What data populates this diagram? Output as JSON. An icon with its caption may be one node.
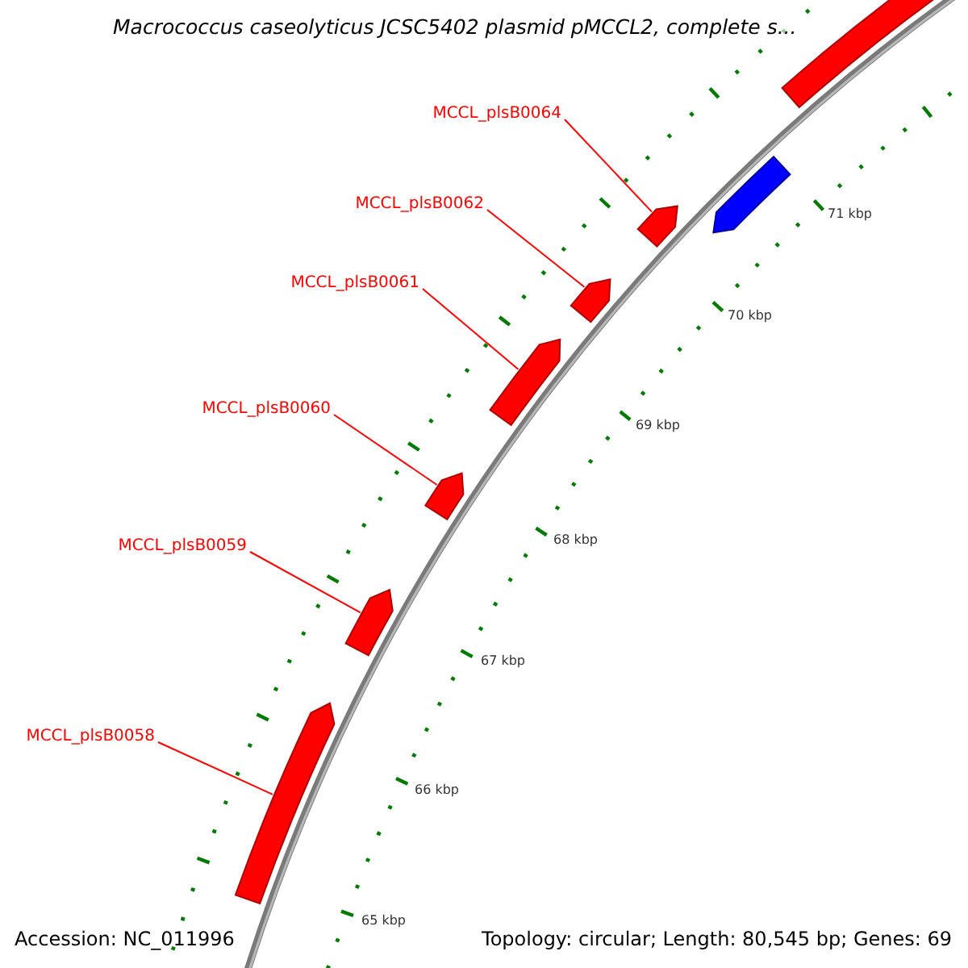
{
  "diagram": {
    "title": "Macrococcus caseolyticus JCSC5402 plasmid pMCCL2, complete s...",
    "nodes": [
      {
        "text": [
          "MCCL_plsB0064"
        ]
      },
      {
        "text": [
          "MCCL_plsB0062"
        ]
      },
      {
        "text": [
          "MCCL_plsB0061"
        ]
      },
      {
        "text": [
          "MCCL_plsB0060"
        ]
      },
      {
        "text": [
          "MCCL_plsB0059"
        ]
      },
      {
        "text": [
          "MCCL_plsB0058"
        ]
      },
      {
        "text": [],
        "shape": "bar"
      },
      {
        "text": [],
        "shape": "bar"
      },
      {
        "text": [],
        "shape": "bar"
      },
      {
        "text": [],
        "shape": "bar"
      },
      {
        "text": [],
        "shape": "bar"
      },
      {
        "text": [],
        "shape": "bar"
      },
      {
        "text": [],
        "shape": "bar"
      },
      {
        "text": [],
        "shape": "bar"
      }
    ],
    "edges": [
      {
        "from": 0,
        "to": 7,
        "arrow": "none"
      },
      {
        "from": 1,
        "to": 9,
        "arrow": "none"
      },
      {
        "from": 2,
        "to": 10,
        "arrow": "none"
      },
      {
        "from": 3,
        "to": 11,
        "arrow": "none"
      },
      {
        "from": 4,
        "to": 12,
        "arrow": "none"
      },
      {
        "from": 5,
        "to": 13,
        "arrow": "none"
      }
    ],
    "labels": [
      "71 kbp",
      "70 kbp",
      "69 kbp",
      "68 kbp",
      "67 kbp",
      "66 kbp",
      "65 kbp",
      "Accession: NC_011996",
      "Topology: circular; Length: 80,545 bp; Genes: 69"
    ]
  }
}
